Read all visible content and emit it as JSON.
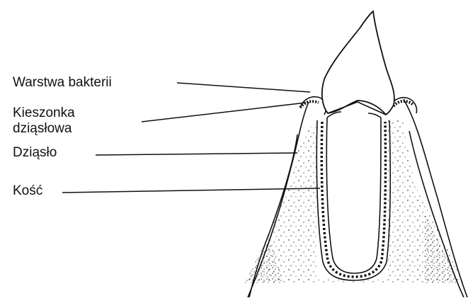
{
  "labels": {
    "bacteria_layer": "Warstwa bakterii",
    "gum_pocket": "Kieszonka dziąsłowa",
    "gum": "Dziąsło",
    "bone": "Kość"
  },
  "colors": {
    "ink": "#111111",
    "background": "#ffffff"
  }
}
